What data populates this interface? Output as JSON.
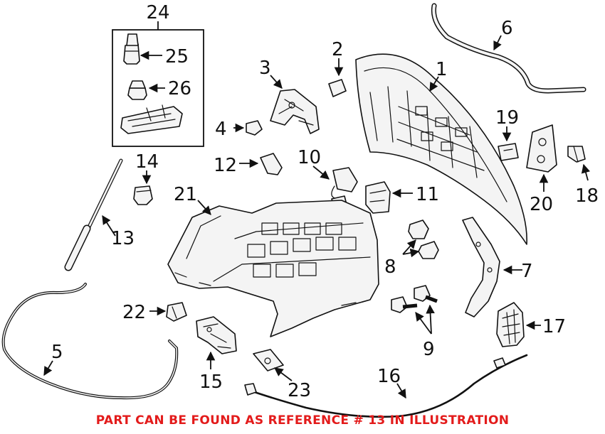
{
  "callouts": {
    "c1": "1",
    "c2": "2",
    "c3": "3",
    "c4": "4",
    "c5": "5",
    "c6": "6",
    "c7": "7",
    "c8": "8",
    "c9": "9",
    "c10": "10",
    "c11": "11",
    "c12": "12",
    "c13": "13",
    "c14": "14",
    "c15": "15",
    "c16": "16",
    "c17": "17",
    "c18": "18",
    "c19": "19",
    "c20": "20",
    "c21": "21",
    "c22": "22",
    "c23": "23",
    "c24": "24",
    "c25": "25",
    "c26": "26"
  },
  "footer_note": "PART CAN BE FOUND AS REFERENCE # 13 IN ILLUSTRATION",
  "colors": {
    "note_red": "#e31b1b",
    "line": "#111111"
  }
}
